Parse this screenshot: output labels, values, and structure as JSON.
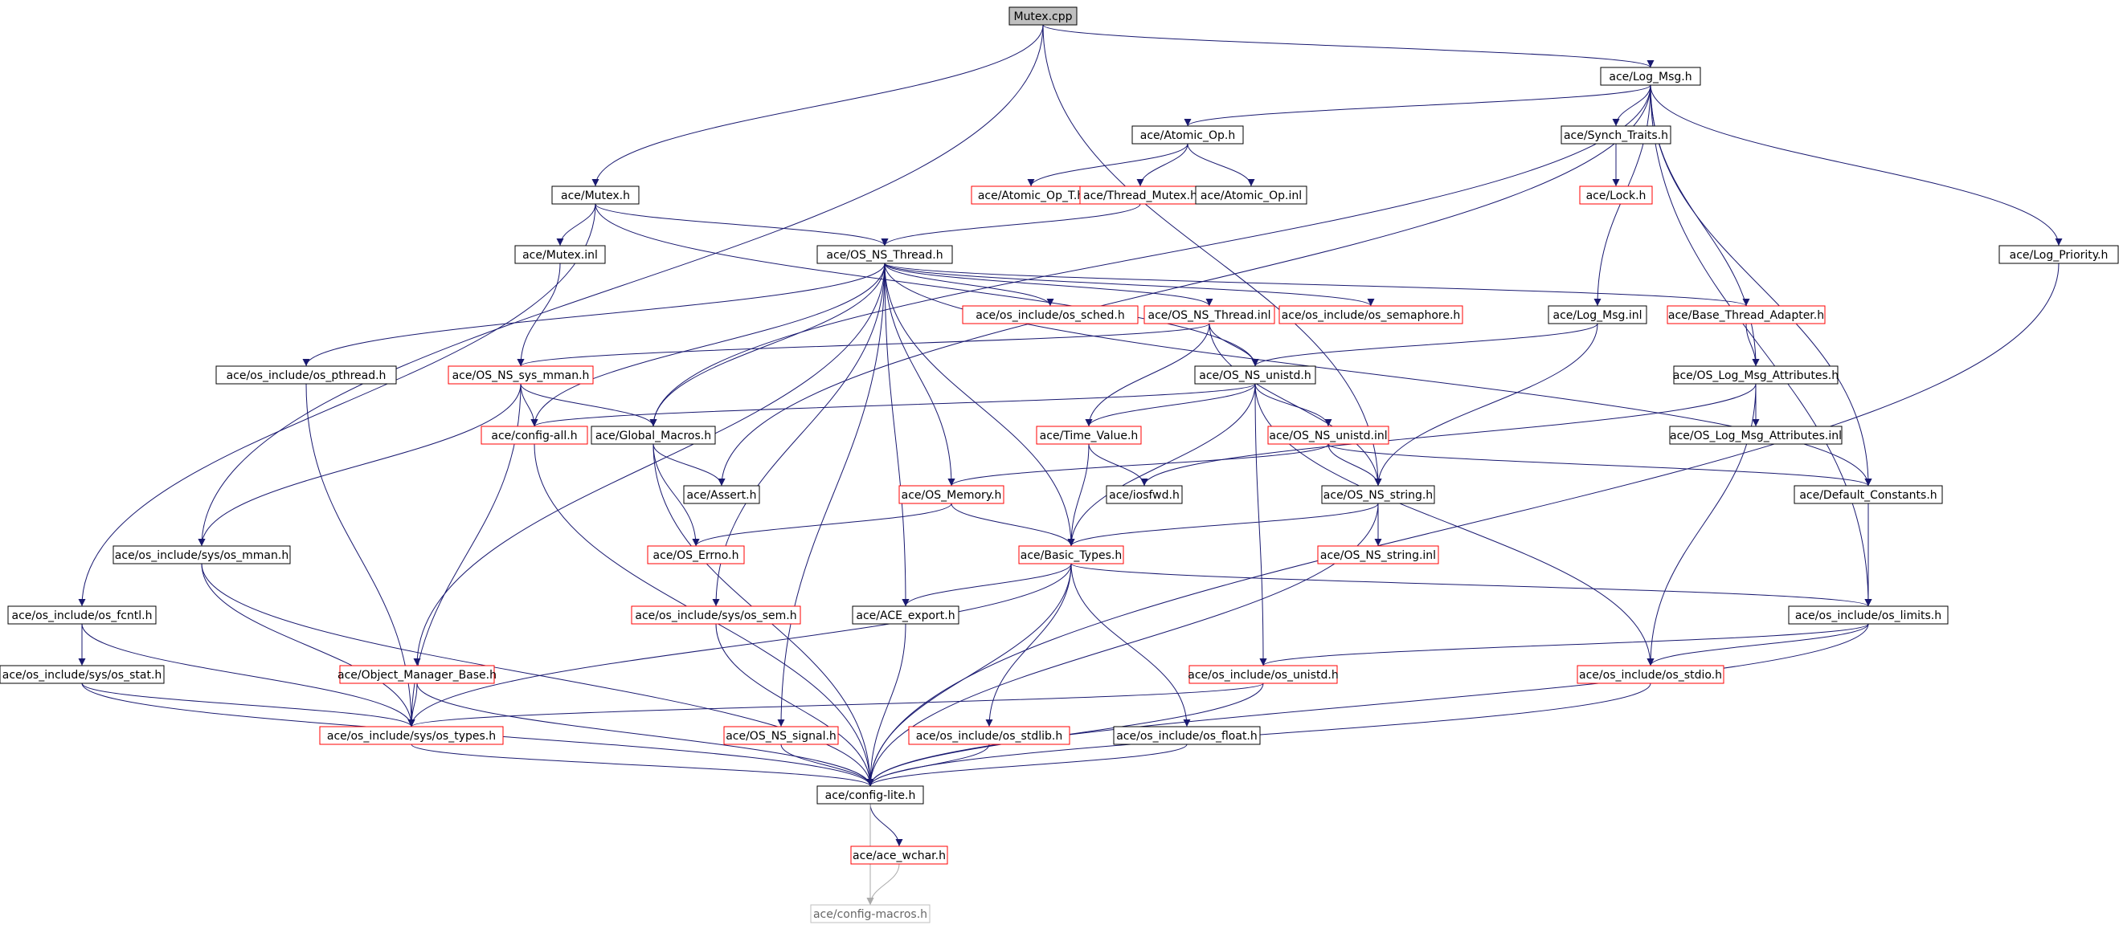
{
  "colors": {
    "edge": "#191970",
    "edge_light": "#aaaaaa",
    "border_normal": "#000000",
    "border_red": "#ff0000",
    "border_ghost": "#bfbfbf",
    "fill_root": "#bfbfbf",
    "fill_normal": "#ffffff"
  },
  "nodes": [
    {
      "id": "mutex_cpp",
      "label": "Mutex.cpp",
      "style": "root"
    },
    {
      "id": "log_msg_h",
      "label": "ace/Log_Msg.h",
      "style": "normal"
    },
    {
      "id": "atomic_op_h",
      "label": "ace/Atomic_Op.h",
      "style": "normal"
    },
    {
      "id": "synch_traits_h",
      "label": "ace/Synch_Traits.h",
      "style": "normal"
    },
    {
      "id": "atomic_op_t_h",
      "label": "ace/Atomic_Op_T.h",
      "style": "red"
    },
    {
      "id": "thread_mutex_h",
      "label": "ace/Thread_Mutex.h",
      "style": "red"
    },
    {
      "id": "atomic_op_inl",
      "label": "ace/Atomic_Op.inl",
      "style": "normal"
    },
    {
      "id": "lock_h",
      "label": "ace/Lock.h",
      "style": "red"
    },
    {
      "id": "mutex_h",
      "label": "ace/Mutex.h",
      "style": "normal"
    },
    {
      "id": "mutex_inl",
      "label": "ace/Mutex.inl",
      "style": "normal"
    },
    {
      "id": "os_ns_thread_h",
      "label": "ace/OS_NS_Thread.h",
      "style": "normal"
    },
    {
      "id": "log_priority_h",
      "label": "ace/Log_Priority.h",
      "style": "normal"
    },
    {
      "id": "os_sched_h",
      "label": "ace/os_include/os_sched.h",
      "style": "red"
    },
    {
      "id": "os_ns_thread_inl",
      "label": "ace/OS_NS_Thread.inl",
      "style": "red"
    },
    {
      "id": "os_semaphore_h",
      "label": "ace/os_include/os_semaphore.h",
      "style": "red"
    },
    {
      "id": "log_msg_inl",
      "label": "ace/Log_Msg.inl",
      "style": "normal"
    },
    {
      "id": "base_thread_adapter_h",
      "label": "ace/Base_Thread_Adapter.h",
      "style": "red"
    },
    {
      "id": "os_pthread_h",
      "label": "ace/os_include/os_pthread.h",
      "style": "normal"
    },
    {
      "id": "os_ns_sys_mman_h",
      "label": "ace/OS_NS_sys_mman.h",
      "style": "red"
    },
    {
      "id": "os_ns_unistd_h",
      "label": "ace/OS_NS_unistd.h",
      "style": "normal"
    },
    {
      "id": "os_log_msg_attributes_h",
      "label": "ace/OS_Log_Msg_Attributes.h",
      "style": "normal"
    },
    {
      "id": "config_all_h",
      "label": "ace/config-all.h",
      "style": "red"
    },
    {
      "id": "global_macros_h",
      "label": "ace/Global_Macros.h",
      "style": "normal"
    },
    {
      "id": "time_value_h",
      "label": "ace/Time_Value.h",
      "style": "red"
    },
    {
      "id": "os_ns_unistd_inl",
      "label": "ace/OS_NS_unistd.inl",
      "style": "red"
    },
    {
      "id": "os_log_msg_attributes_inl",
      "label": "ace/OS_Log_Msg_Attributes.inl",
      "style": "normal"
    },
    {
      "id": "assert_h",
      "label": "ace/Assert.h",
      "style": "normal"
    },
    {
      "id": "os_memory_h",
      "label": "ace/OS_Memory.h",
      "style": "red"
    },
    {
      "id": "iosfwd_h",
      "label": "ace/iosfwd.h",
      "style": "normal"
    },
    {
      "id": "os_ns_string_h",
      "label": "ace/OS_NS_string.h",
      "style": "normal"
    },
    {
      "id": "default_constants_h",
      "label": "ace/Default_Constants.h",
      "style": "normal"
    },
    {
      "id": "sys_os_mman_h",
      "label": "ace/os_include/sys/os_mman.h",
      "style": "normal"
    },
    {
      "id": "os_errno_h",
      "label": "ace/OS_Errno.h",
      "style": "red"
    },
    {
      "id": "basic_types_h",
      "label": "ace/Basic_Types.h",
      "style": "red"
    },
    {
      "id": "os_ns_string_inl",
      "label": "ace/OS_NS_string.inl",
      "style": "red"
    },
    {
      "id": "os_fcntl_h",
      "label": "ace/os_include/os_fcntl.h",
      "style": "normal"
    },
    {
      "id": "sys_os_sem_h",
      "label": "ace/os_include/sys/os_sem.h",
      "style": "red"
    },
    {
      "id": "ace_export_h",
      "label": "ace/ACE_export.h",
      "style": "normal"
    },
    {
      "id": "os_limits_h",
      "label": "ace/os_include/os_limits.h",
      "style": "normal"
    },
    {
      "id": "sys_os_stat_h",
      "label": "ace/os_include/sys/os_stat.h",
      "style": "normal"
    },
    {
      "id": "object_manager_base_h",
      "label": "ace/Object_Manager_Base.h",
      "style": "red"
    },
    {
      "id": "os_unistd_h",
      "label": "ace/os_include/os_unistd.h",
      "style": "red"
    },
    {
      "id": "os_stdio_h",
      "label": "ace/os_include/os_stdio.h",
      "style": "red"
    },
    {
      "id": "sys_os_types_h",
      "label": "ace/os_include/sys/os_types.h",
      "style": "red"
    },
    {
      "id": "os_ns_signal_h",
      "label": "ace/OS_NS_signal.h",
      "style": "red"
    },
    {
      "id": "os_stdlib_h",
      "label": "ace/os_include/os_stdlib.h",
      "style": "red"
    },
    {
      "id": "os_float_h",
      "label": "ace/os_include/os_float.h",
      "style": "normal"
    },
    {
      "id": "config_lite_h",
      "label": "ace/config-lite.h",
      "style": "normal"
    },
    {
      "id": "ace_wchar_h",
      "label": "ace/ace_wchar.h",
      "style": "red"
    },
    {
      "id": "config_macros_h",
      "label": "ace/config-macros.h",
      "style": "ghost"
    }
  ],
  "edges": [
    [
      "mutex_cpp",
      "log_msg_h"
    ],
    [
      "mutex_cpp",
      "mutex_h"
    ],
    [
      "mutex_cpp",
      "sys_os_mman_h"
    ],
    [
      "mutex_cpp",
      "os_ns_string_h"
    ],
    [
      "log_msg_h",
      "atomic_op_h"
    ],
    [
      "log_msg_h",
      "synch_traits_h"
    ],
    [
      "log_msg_h",
      "log_priority_h"
    ],
    [
      "log_msg_h",
      "log_msg_inl"
    ],
    [
      "log_msg_h",
      "os_log_msg_attributes_h"
    ],
    [
      "log_msg_h",
      "default_constants_h"
    ],
    [
      "log_msg_h",
      "os_limits_h"
    ],
    [
      "log_msg_h",
      "global_macros_h"
    ],
    [
      "log_msg_h",
      "assert_h"
    ],
    [
      "atomic_op_h",
      "atomic_op_t_h"
    ],
    [
      "atomic_op_h",
      "thread_mutex_h"
    ],
    [
      "atomic_op_h",
      "atomic_op_inl"
    ],
    [
      "synch_traits_h",
      "lock_h"
    ],
    [
      "thread_mutex_h",
      "os_ns_thread_h"
    ],
    [
      "mutex_h",
      "mutex_inl"
    ],
    [
      "mutex_h",
      "os_ns_thread_h"
    ],
    [
      "mutex_h",
      "os_fcntl_h"
    ],
    [
      "mutex_h",
      "os_ns_unistd_h"
    ],
    [
      "mutex_inl",
      "os_ns_sys_mman_h"
    ],
    [
      "os_ns_thread_h",
      "os_sched_h"
    ],
    [
      "os_ns_thread_h",
      "os_ns_thread_inl"
    ],
    [
      "os_ns_thread_h",
      "os_semaphore_h"
    ],
    [
      "os_ns_thread_h",
      "base_thread_adapter_h"
    ],
    [
      "os_ns_thread_h",
      "os_pthread_h"
    ],
    [
      "os_ns_thread_h",
      "config_all_h"
    ],
    [
      "os_ns_thread_h",
      "global_macros_h"
    ],
    [
      "os_ns_thread_h",
      "os_memory_h"
    ],
    [
      "os_ns_thread_h",
      "basic_types_h"
    ],
    [
      "os_ns_thread_h",
      "sys_os_sem_h"
    ],
    [
      "os_ns_thread_h",
      "ace_export_h"
    ],
    [
      "os_ns_thread_h",
      "object_manager_base_h"
    ],
    [
      "os_ns_thread_h",
      "os_ns_signal_h"
    ],
    [
      "os_ns_thread_h",
      "default_constants_h"
    ],
    [
      "os_ns_thread_inl",
      "os_ns_sys_mman_h"
    ],
    [
      "os_ns_thread_inl",
      "os_ns_unistd_h"
    ],
    [
      "os_ns_thread_inl",
      "time_value_h"
    ],
    [
      "os_ns_thread_inl",
      "os_ns_string_h"
    ],
    [
      "log_msg_inl",
      "os_ns_unistd_h"
    ],
    [
      "log_msg_inl",
      "os_ns_string_h"
    ],
    [
      "base_thread_adapter_h",
      "os_log_msg_attributes_h"
    ],
    [
      "os_pthread_h",
      "sys_os_types_h"
    ],
    [
      "os_ns_sys_mman_h",
      "config_all_h"
    ],
    [
      "os_ns_sys_mman_h",
      "global_macros_h"
    ],
    [
      "os_ns_sys_mman_h",
      "sys_os_mman_h"
    ],
    [
      "os_ns_sys_mman_h",
      "sys_os_types_h"
    ],
    [
      "os_ns_unistd_h",
      "config_all_h"
    ],
    [
      "os_ns_unistd_h",
      "time_value_h"
    ],
    [
      "os_ns_unistd_h",
      "os_ns_unistd_inl"
    ],
    [
      "os_ns_unistd_h",
      "basic_types_h"
    ],
    [
      "os_ns_unistd_h",
      "os_unistd_h"
    ],
    [
      "os_ns_unistd_h",
      "os_stdio_h"
    ],
    [
      "os_log_msg_attributes_h",
      "os_log_msg_attributes_inl"
    ],
    [
      "os_log_msg_attributes_h",
      "iosfwd_h"
    ],
    [
      "os_log_msg_attributes_h",
      "os_stdio_h"
    ],
    [
      "config_all_h",
      "config_lite_h"
    ],
    [
      "global_macros_h",
      "assert_h"
    ],
    [
      "global_macros_h",
      "os_errno_h"
    ],
    [
      "global_macros_h",
      "config_lite_h"
    ],
    [
      "time_value_h",
      "iosfwd_h"
    ],
    [
      "time_value_h",
      "basic_types_h"
    ],
    [
      "os_ns_unistd_inl",
      "os_ns_string_h"
    ],
    [
      "os_ns_unistd_inl",
      "os_memory_h"
    ],
    [
      "os_ns_unistd_inl",
      "default_constants_h"
    ],
    [
      "os_memory_h",
      "os_errno_h"
    ],
    [
      "os_memory_h",
      "basic_types_h"
    ],
    [
      "os_ns_string_h",
      "basic_types_h"
    ],
    [
      "os_ns_string_h",
      "os_ns_string_inl"
    ],
    [
      "os_ns_string_h",
      "config_lite_h"
    ],
    [
      "default_constants_h",
      "os_limits_h"
    ],
    [
      "sys_os_mman_h",
      "sys_os_types_h"
    ],
    [
      "sys_os_mman_h",
      "config_lite_h"
    ],
    [
      "basic_types_h",
      "ace_export_h"
    ],
    [
      "basic_types_h",
      "os_limits_h"
    ],
    [
      "basic_types_h",
      "sys_os_types_h"
    ],
    [
      "basic_types_h",
      "os_stdlib_h"
    ],
    [
      "basic_types_h",
      "os_float_h"
    ],
    [
      "basic_types_h",
      "config_lite_h"
    ],
    [
      "os_fcntl_h",
      "sys_os_stat_h"
    ],
    [
      "os_fcntl_h",
      "sys_os_types_h"
    ],
    [
      "sys_os_sem_h",
      "config_lite_h"
    ],
    [
      "ace_export_h",
      "config_lite_h"
    ],
    [
      "os_limits_h",
      "os_unistd_h"
    ],
    [
      "os_limits_h",
      "os_stdio_h"
    ],
    [
      "os_limits_h",
      "config_lite_h"
    ],
    [
      "sys_os_stat_h",
      "sys_os_types_h"
    ],
    [
      "sys_os_stat_h",
      "config_lite_h"
    ],
    [
      "object_manager_base_h",
      "sys_os_types_h"
    ],
    [
      "object_manager_base_h",
      "config_lite_h"
    ],
    [
      "os_unistd_h",
      "sys_os_types_h"
    ],
    [
      "os_unistd_h",
      "config_lite_h"
    ],
    [
      "os_stdio_h",
      "config_lite_h"
    ],
    [
      "sys_os_types_h",
      "config_lite_h"
    ],
    [
      "os_ns_signal_h",
      "config_lite_h"
    ],
    [
      "os_stdlib_h",
      "config_lite_h"
    ],
    [
      "os_float_h",
      "config_lite_h"
    ],
    [
      "log_priority_h",
      "config_lite_h"
    ],
    [
      "config_lite_h",
      "ace_wchar_h"
    ],
    [
      "config_lite_h",
      "config_macros_h"
    ],
    [
      "ace_wchar_h",
      "config_macros_h"
    ]
  ]
}
